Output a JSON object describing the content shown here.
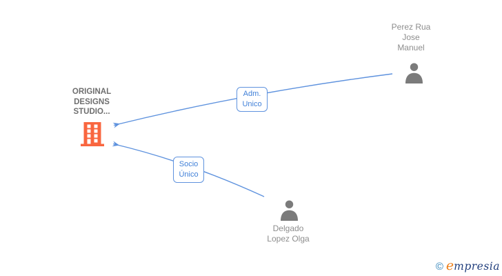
{
  "diagram": {
    "company": {
      "name": "ORIGINAL\nDESIGNS\nSTUDIO...",
      "icon": "building-icon"
    },
    "persons": [
      {
        "name": "Perez Rua\nJose\nManuel",
        "icon": "person-icon"
      },
      {
        "name": "Delgado\nLopez Olga",
        "icon": "person-icon"
      }
    ],
    "edges": [
      {
        "label": "Adm.\nUnico",
        "from": "Perez Rua Jose Manuel",
        "to": "ORIGINAL DESIGNS STUDIO..."
      },
      {
        "label": "Socio\nÚnico",
        "from": "Delgado Lopez Olga",
        "to": "ORIGINAL DESIGNS STUDIO..."
      }
    ]
  },
  "footer": {
    "copyright_symbol": "©",
    "brand_initial": "e",
    "brand_rest": "mpresia"
  },
  "colors": {
    "line_blue": "#5e92de",
    "box_text_blue": "#4080d8",
    "building_orange": "#f9663f",
    "person_gray": "#7b7b7b",
    "name_gray": "#8d8d8d",
    "company_gray": "#6e6e6e",
    "logo_teal": "#2b80b8",
    "logo_orange": "#ee7f18",
    "logo_navy": "#223f7d"
  }
}
